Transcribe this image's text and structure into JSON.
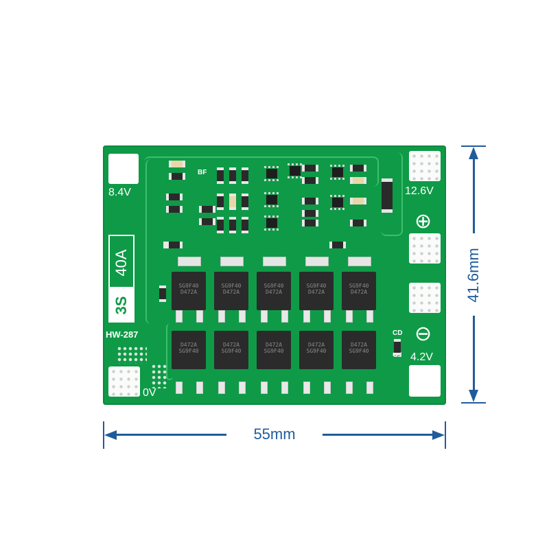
{
  "board": {
    "voltage_labels": {
      "v84": "8.4V",
      "v126": "12.6V",
      "v42": "4.2V",
      "v0": "0V"
    },
    "rating": {
      "cells": "3S",
      "current": "40A"
    },
    "model": "HW-287",
    "part_labels": {
      "bf": "BF",
      "cd": "CD",
      "fd": "FD"
    },
    "plus_symbol": "⊕",
    "minus_symbol": "⊖",
    "mosfet_marking": [
      "D472A",
      "SG9F40"
    ]
  },
  "dimensions": {
    "width": "55mm",
    "height": "41.6mm"
  },
  "colors": {
    "pcb": "#0f9a47",
    "dimension": "#1f5c9b",
    "pad": "#ffffff"
  }
}
